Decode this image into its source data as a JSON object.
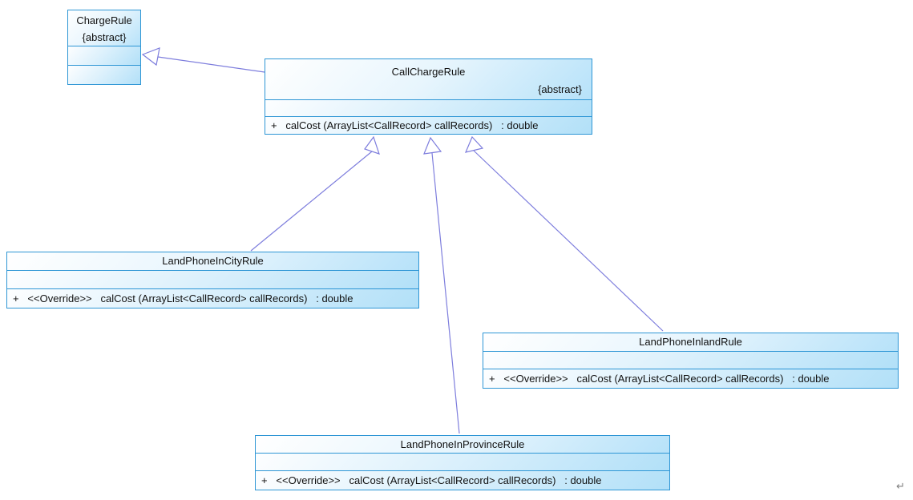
{
  "diagram": {
    "type": "uml-class-diagram",
    "colors": {
      "box_border": "#2e96d5",
      "box_fill_top": "#ffffff",
      "box_fill_bottom": "#b2e0f8",
      "connector": "#7e7edd",
      "text": "#111111",
      "return_mark": "#808080"
    },
    "classes": [
      {
        "name": "ChargeRule",
        "stereotype": "{abstract}",
        "attributes": "",
        "operations": ""
      },
      {
        "name": "CallChargeRule",
        "stereotype": "{abstract}",
        "attributes": "",
        "operations": "+   calCost (ArrayList<CallRecord> callRecords)   : double"
      },
      {
        "name": "LandPhoneInCityRule",
        "attributes": "",
        "operations": "+   <<Override>>   calCost (ArrayList<CallRecord> callRecords)   : double"
      },
      {
        "name": "LandPhoneInlandRule",
        "attributes": "",
        "operations": "+   <<Override>>   calCost (ArrayList<CallRecord> callRecords)   : double"
      },
      {
        "name": "LandPhoneInProvinceRule",
        "attributes": "",
        "operations": "+   <<Override>>   calCost (ArrayList<CallRecord> callRecords)   : double"
      }
    ],
    "relations": [
      {
        "type": "generalization",
        "from": "CallChargeRule",
        "to": "ChargeRule"
      },
      {
        "type": "generalization",
        "from": "LandPhoneInCityRule",
        "to": "CallChargeRule"
      },
      {
        "type": "generalization",
        "from": "LandPhoneInProvinceRule",
        "to": "CallChargeRule"
      },
      {
        "type": "generalization",
        "from": "LandPhoneInlandRule",
        "to": "CallChargeRule"
      }
    ],
    "return_mark": "↵"
  }
}
